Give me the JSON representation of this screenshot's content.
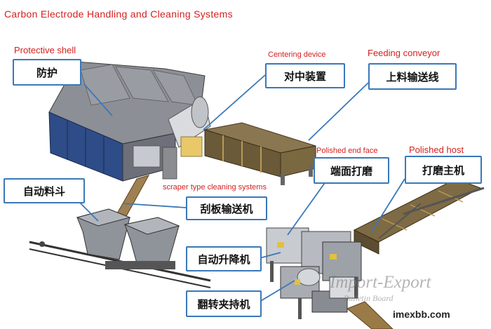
{
  "title": "Carbon Electrode Handling and Cleaning Systems",
  "labels": {
    "protective_shell_en": "Protective shell",
    "protective_shell_cn": "防护",
    "centering_device_en": "Centering device",
    "centering_device_cn": "对中装置",
    "feeding_conveyor_en": "Feeding conveyor",
    "feeding_conveyor_cn": "上料输送线",
    "polished_end_face_en": "Polished end face",
    "polished_end_face_cn": "端面打磨",
    "polished_host_en": "Polished host",
    "polished_host_cn": "打磨主机",
    "auto_hopper_cn": "自动料斗",
    "scraper_cleaning_en": "scraper type cleaning systems",
    "scraper_conveyor_cn": "刮板输送机",
    "auto_lift_cn": "自动升降机",
    "flip_clamp_cn": "翻转夹持机"
  },
  "watermark": {
    "brand": "Import-Export",
    "sub": "Bulletin Board",
    "site": "imexbb.com"
  },
  "colors": {
    "title": "#d42020",
    "callout_border": "#3a78b8",
    "leader": "#3a78b8"
  }
}
